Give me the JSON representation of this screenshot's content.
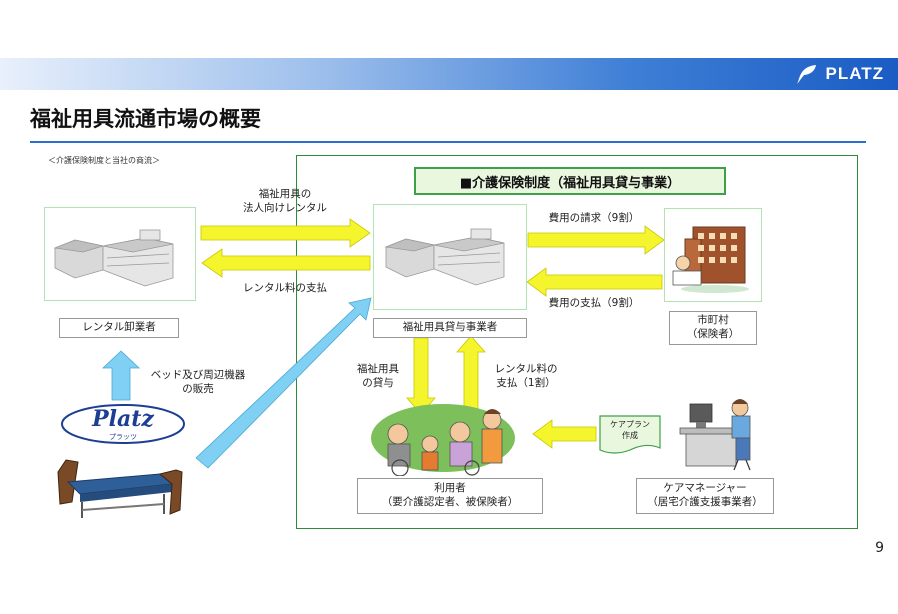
{
  "header": {
    "logo_text": "PLATZ"
  },
  "page": {
    "title": "福祉用具流通市場の概要",
    "subtitle": "＜介護保険制度と当社の商流＞",
    "page_number": "9"
  },
  "panel": {
    "banner": "■介護保険制度（福祉用具貸与事業）"
  },
  "nodes": {
    "wholesaler": "レンタル卸業者",
    "rental_business": "福祉用具貸与事業者",
    "municipality": [
      "市町村",
      "（保険者）"
    ],
    "user": [
      "利用者",
      "（要介護認定者、被保険者）"
    ],
    "care_manager": [
      "ケアマネージャー",
      "（居宅介護支援事業者）"
    ],
    "platz_logo": "Platz",
    "platz_logo_sub": "プラッツ"
  },
  "flows": {
    "corporate_rental": [
      "福祉用具の",
      "法人向けレンタル"
    ],
    "rental_fee_payment": "レンタル料の支払",
    "cost_claim": "費用の請求（9割）",
    "cost_payment": "費用の支払（9割）",
    "beds_sale": [
      "ベッド及び周辺機器",
      "の販売"
    ],
    "equipment_lending": [
      "福祉用具",
      "の貸与"
    ],
    "user_fee": [
      "レンタル料の",
      "支払（1割）"
    ],
    "care_plan": [
      "ケアプラン",
      "作成"
    ]
  },
  "colors": {
    "arrow_yellow": "#f5f52e",
    "arrow_blue": "#7fd0f2",
    "panel_border": "#2e8b3a",
    "title_rule": "#2b6fd1"
  }
}
